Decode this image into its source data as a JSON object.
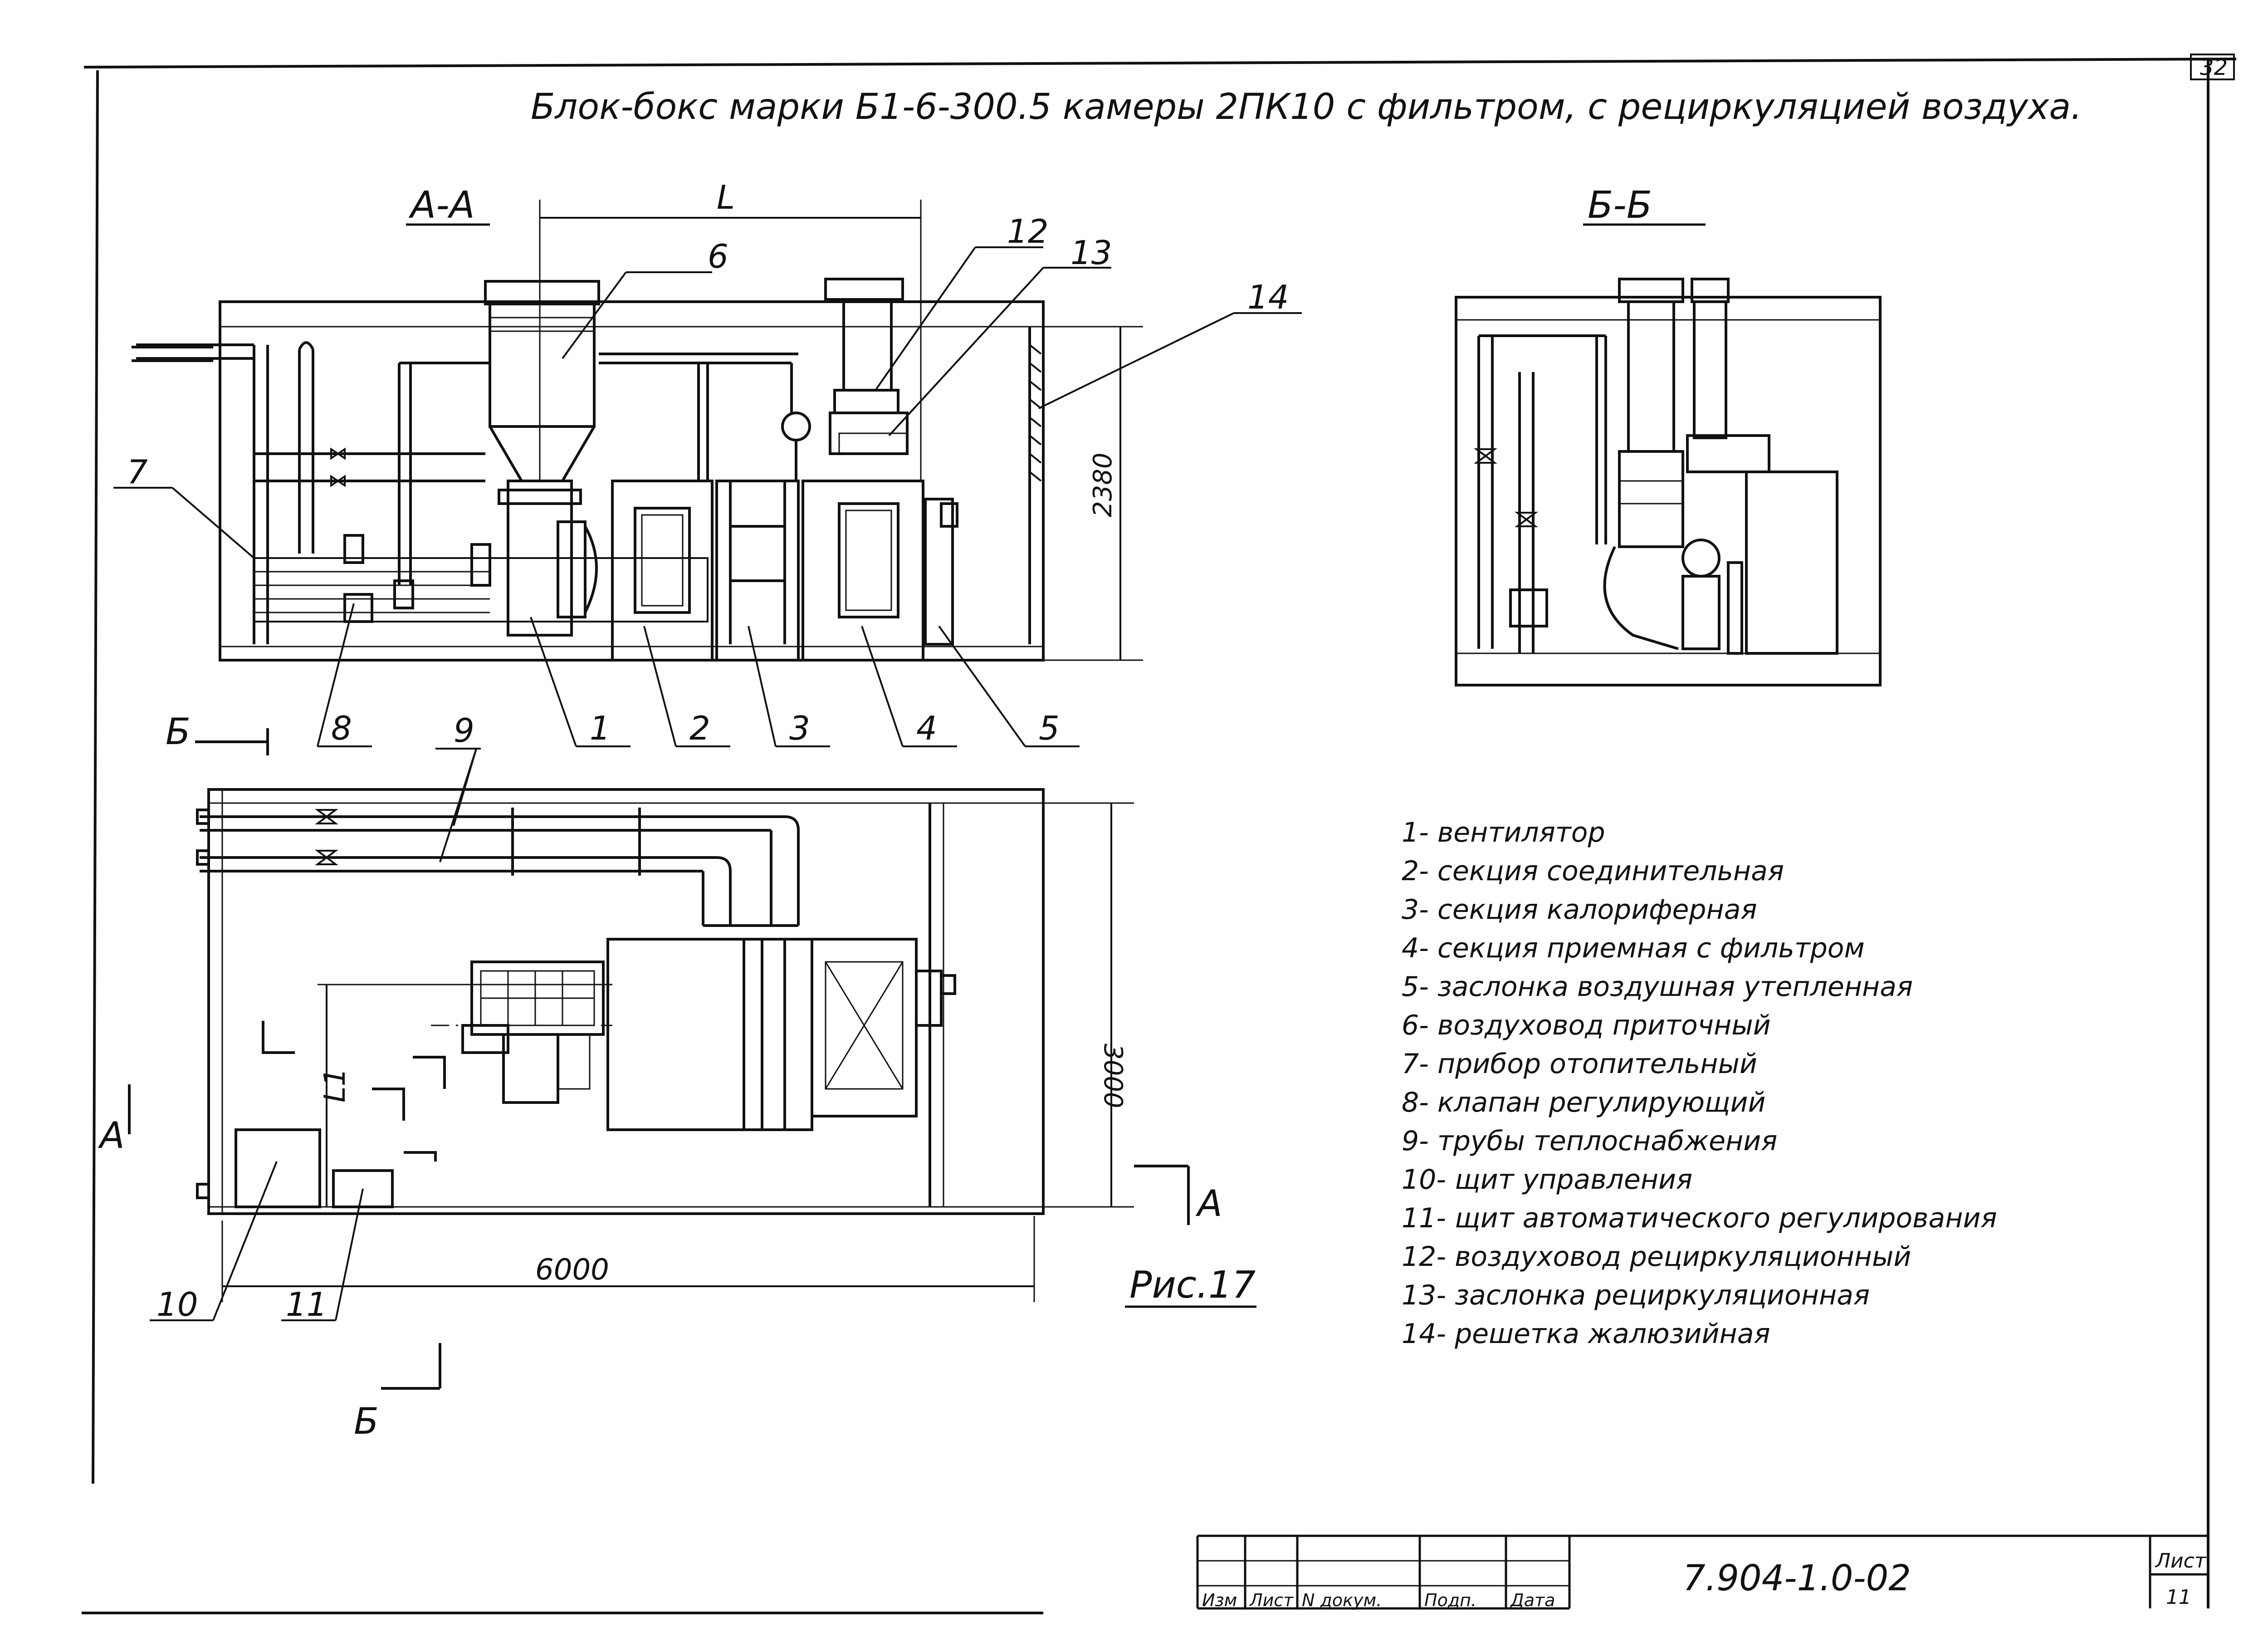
{
  "page_number": "32",
  "title": "Блок-бокс марки Б1-6-300.5 камеры 2ПК10 с фильтром, с рециркуляцией воздуха.",
  "section_aa": "А-А",
  "section_bb": "Б-Б",
  "dims": {
    "L": "L",
    "L1": "L1",
    "height": "2380",
    "width": "3000",
    "length": "6000"
  },
  "markers": {
    "b_top": "Б",
    "b_bottom": "Б",
    "a_left": "А",
    "a_right": "А"
  },
  "callouts": [
    "1",
    "2",
    "3",
    "4",
    "5",
    "6",
    "7",
    "8",
    "9",
    "10",
    "11",
    "12",
    "13",
    "14"
  ],
  "figure_label": "Рис.17",
  "legend": [
    "1- вентилятор",
    "2- секция соединительная",
    "3- секция калориферная",
    "4- секция приемная с фильтром",
    "5- заслонка воздушная утепленная",
    "6- воздуховод приточный",
    "7- прибор отопительный",
    "8- клапан регулирующий",
    "9- трубы теплоснабжения",
    "10- щит управления",
    "11- щит автоматического регулирования",
    "12- воздуховод рециркуляционный",
    "13- заслонка рециркуляционная",
    "14- решетка жалюзийная"
  ],
  "title_block": {
    "drawing_code": "7.904-1.0-02",
    "sheet_label": "Лист",
    "sheet_number": "11",
    "columns": [
      "Изм",
      "Лист",
      "N докум.",
      "Подп.",
      "Дата"
    ]
  }
}
